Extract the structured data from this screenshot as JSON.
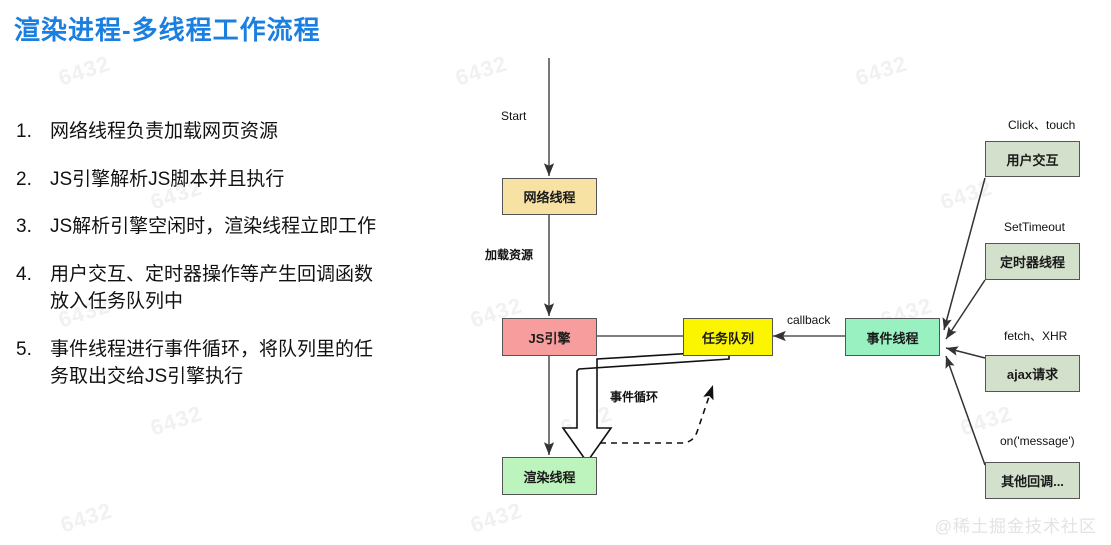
{
  "title": "渲染进程-多线程工作流程",
  "theme": {
    "title_color": "#1a7fe0",
    "network_thread_fill": "#f7e2a3",
    "js_engine_fill": "#f79d9d",
    "task_queue_fill": "#fbf600",
    "event_thread_fill": "#99f0c1",
    "render_thread_fill": "#bdf3bd",
    "source_box_fill": "#d3e0cb",
    "stroke": "#555555"
  },
  "bullets": [
    {
      "num": "1.",
      "text": "网络线程负责加载网页资源"
    },
    {
      "num": "2.",
      "text": "JS引擎解析JS脚本并且执行"
    },
    {
      "num": "3.",
      "text": "JS解析引擎空闲时，渲染线程立即工作"
    },
    {
      "num": "4.",
      "text": "用户交互、定时器操作等产生回调函数\n放入任务队列中"
    },
    {
      "num": "5.",
      "text": "事件线程进行事件循环，将队列里的任\n务取出交给JS引擎执行"
    }
  ],
  "diagram": {
    "nodes": {
      "network_thread": "网络线程",
      "js_engine": "JS引擎",
      "task_queue": "任务队列",
      "event_thread": "事件线程",
      "render_thread": "渲染线程",
      "user_interaction": "用户交互",
      "timer_thread": "定时器线程",
      "ajax_request": "ajax请求",
      "other_callback": "其他回调..."
    },
    "labels": {
      "start": "Start",
      "load_resource": "加载资源",
      "callback": "callback",
      "event_loop": "事件循环",
      "click_touch": "Click、touch",
      "set_timeout": "SetTimeout",
      "fetch_xhr": "fetch、XHR",
      "on_message": "on('message')"
    }
  },
  "watermarks": {
    "tile": "6432",
    "corner": "@稀土掘金技术社区"
  }
}
